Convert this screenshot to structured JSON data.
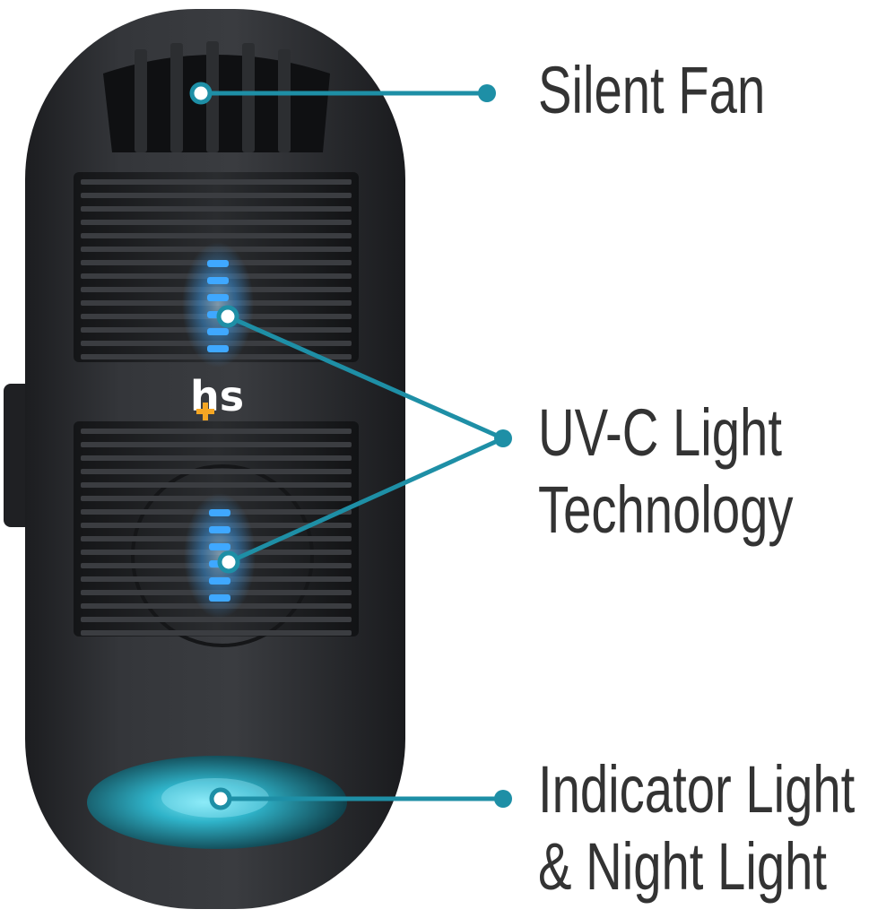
{
  "labels": {
    "silent_fan": "Silent Fan",
    "uvc_line1": "UV-C Light",
    "uvc_line2": "Technology",
    "indicator_line1": "Indicator Light",
    "indicator_line2": "& Night Light"
  },
  "brand": {
    "logo_text": "hs"
  },
  "colors": {
    "callout": "#1e8fa6",
    "text": "#333333",
    "device_body": "#2b2d30",
    "uv_glow": "#3fa8ff",
    "night_light": "#2fb3c9",
    "logo_plus": "#f5a623"
  }
}
